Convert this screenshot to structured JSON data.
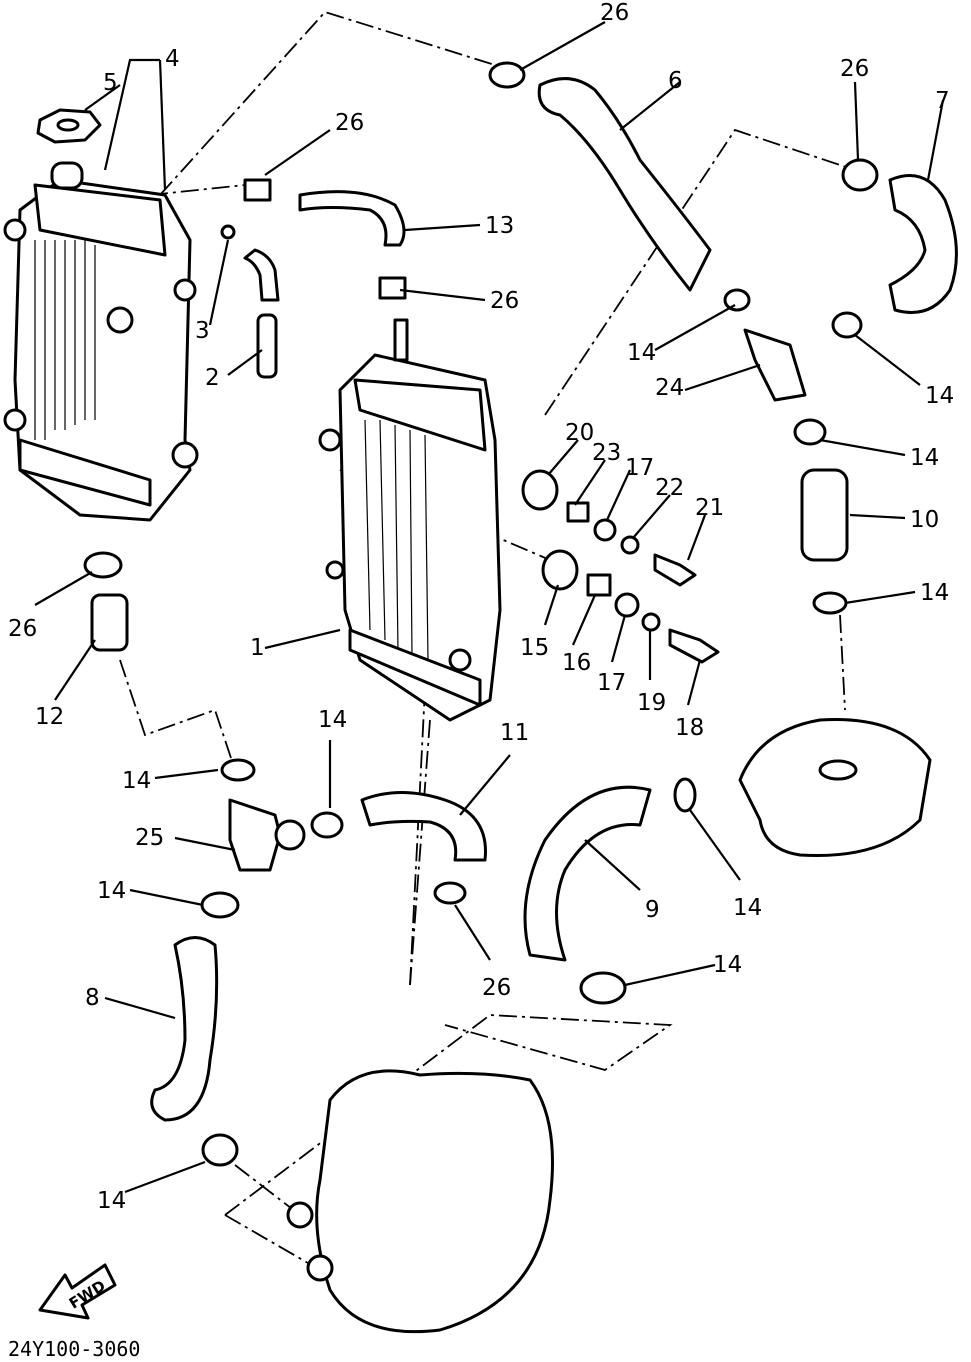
{
  "labels": {
    "l1": "1",
    "l2": "2",
    "l3": "3",
    "l4": "4",
    "l5": "5",
    "l6": "6",
    "l7": "7",
    "l8": "8",
    "l9": "9",
    "l10": "10",
    "l11": "11",
    "l12": "12",
    "l13": "13",
    "l14a": "14",
    "l14b": "14",
    "l14c": "14",
    "l14d": "14",
    "l14e": "14",
    "l14f": "14",
    "l14g": "14",
    "l14h": "14",
    "l14i": "14",
    "l14j": "14",
    "l15": "15",
    "l16": "16",
    "l17a": "17",
    "l17b": "17",
    "l18": "18",
    "l19": "19",
    "l20": "20",
    "l21": "21",
    "l22": "22",
    "l23": "23",
    "l24": "24",
    "l25": "25",
    "l26a": "26",
    "l26b": "26",
    "l26c": "26",
    "l26d": "26",
    "l26e": "26",
    "l26f": "26"
  },
  "fwd_arrow": {
    "text": "FWD",
    "icon": "fwd-arrow-icon"
  },
  "diagram_code": "24Y100-3060"
}
